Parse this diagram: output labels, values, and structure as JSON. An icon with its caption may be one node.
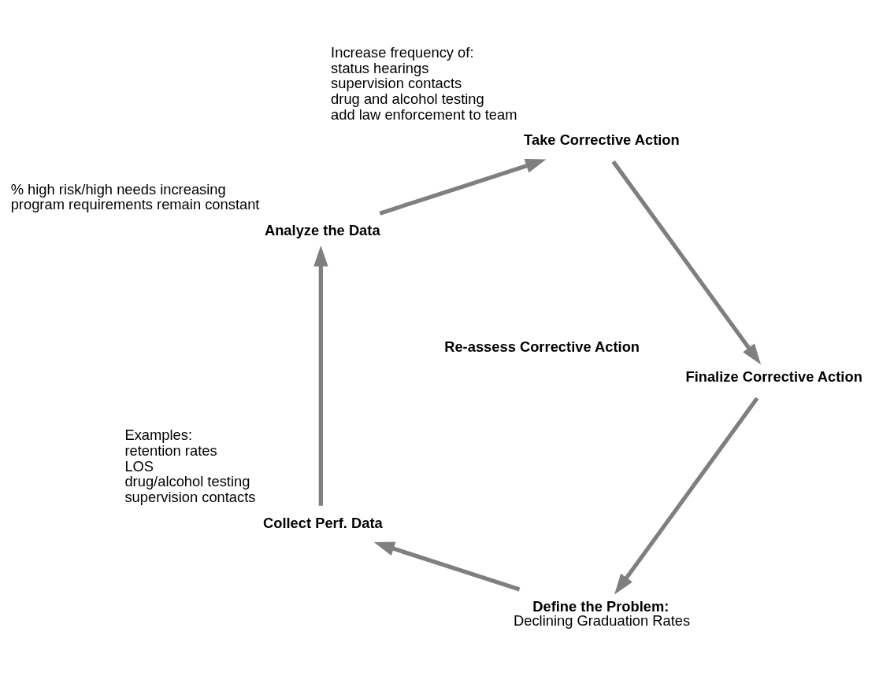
{
  "diagram": {
    "nodes": [
      {
        "text": [
          "Define the Problem:",
          "Declining Graduation Rates"
        ]
      },
      {
        "text": [
          "Collect Perf. Data"
        ],
        "beside": [
          "Examples:",
          "retention rates",
          "LOS",
          "drug/alcohol testing",
          "supervision contacts"
        ]
      },
      {
        "text": [
          "Analyze the Data"
        ],
        "beside": [
          "% high risk/high needs increasing",
          "program requirements remain constant"
        ]
      },
      {
        "text": [
          "Take Corrective Action"
        ],
        "beside": [
          "Increase frequency of:",
          "status hearings",
          "supervision contacts",
          "drug and alcohol testing",
          "add law enforcement to team"
        ]
      },
      {
        "text": [
          "Finalize Corrective Action"
        ]
      },
      {
        "text": [
          "Re-assess Corrective Action"
        ]
      }
    ],
    "edges": [
      {
        "from": 0,
        "to": 1,
        "arrow": "to"
      },
      {
        "from": 1,
        "to": 2,
        "arrow": "to"
      },
      {
        "from": 2,
        "to": 3,
        "arrow": "to"
      },
      {
        "from": 3,
        "to": 4,
        "arrow": "to"
      },
      {
        "from": 4,
        "to": 0,
        "arrow": "to"
      }
    ]
  }
}
